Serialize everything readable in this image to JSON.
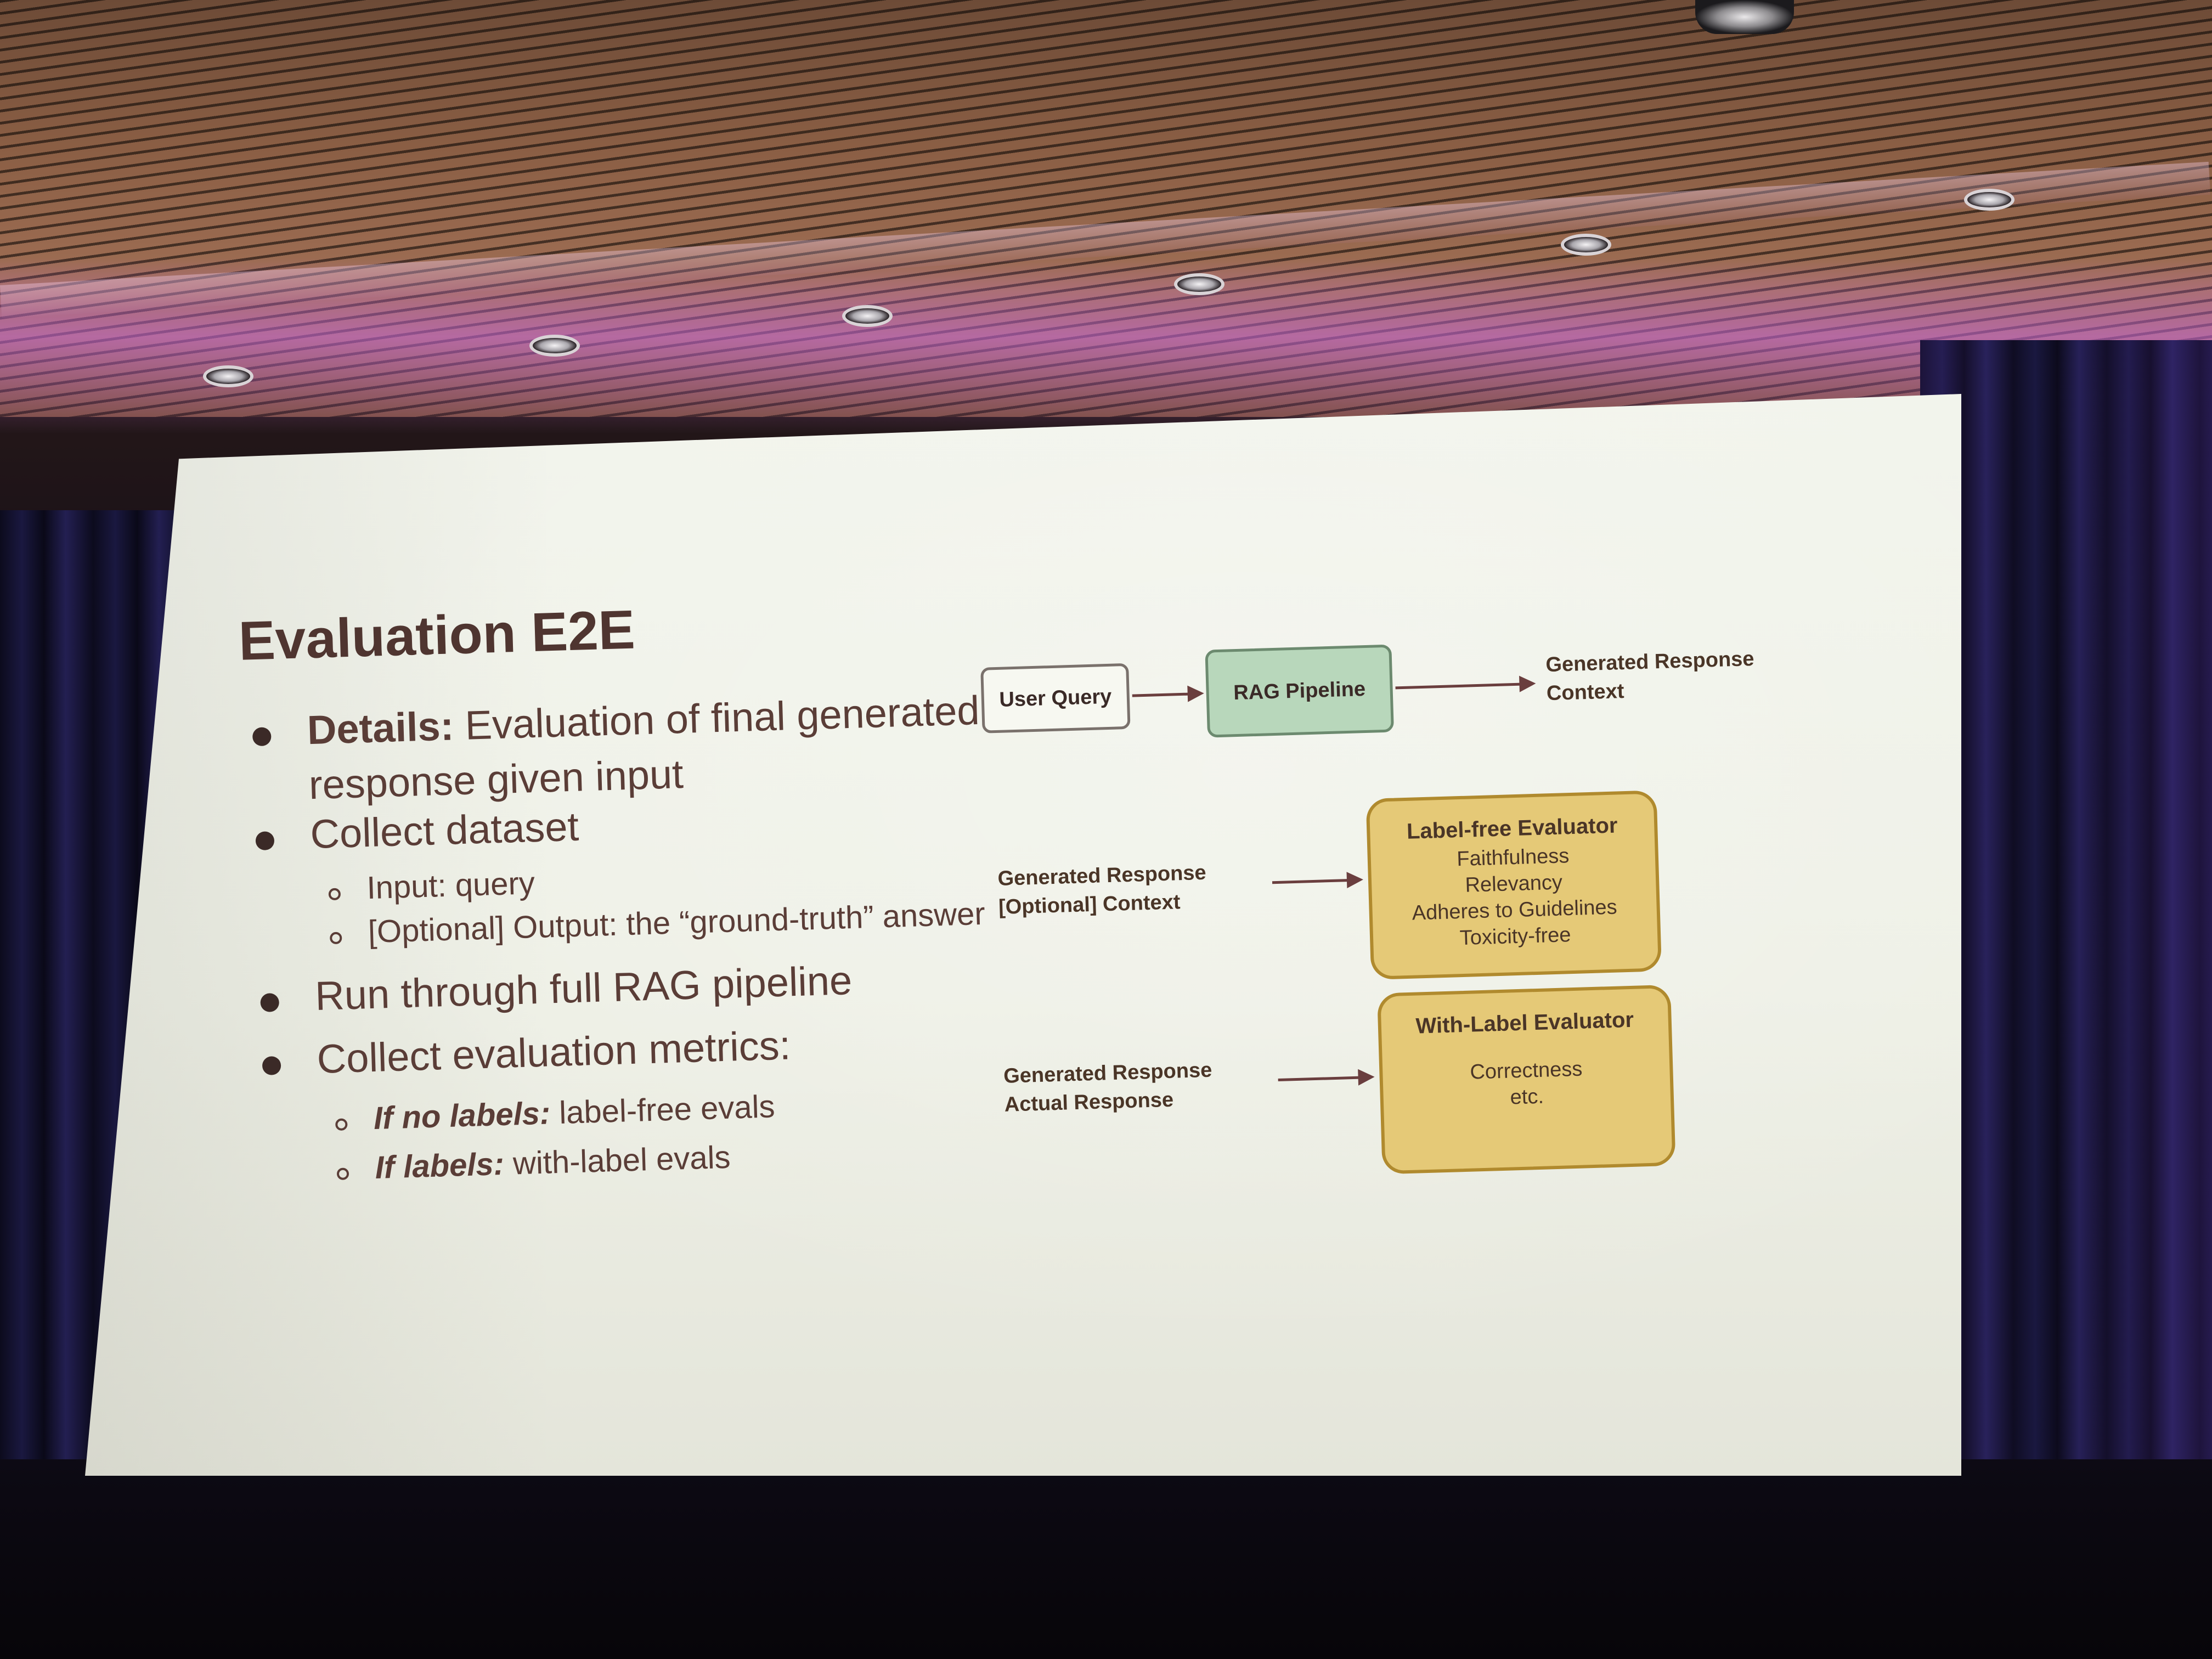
{
  "slide": {
    "title": "Evaluation E2E",
    "bullets": [
      {
        "bold": "Details:",
        "text": "Evaluation of final generated",
        "cont": "response given input"
      },
      {
        "text": "Collect dataset"
      },
      {
        "sub": [
          "Input: query",
          "[Optional] Output: the “ground-truth” answer"
        ]
      },
      {
        "text": "Run through full RAG pipeline"
      },
      {
        "text": "Collect evaluation metrics:"
      },
      {
        "sub_bold": [
          {
            "bold": "If no labels:",
            "text": "label-free evals"
          },
          {
            "bold": "If labels:",
            "text": "with-label evals"
          }
        ]
      }
    ]
  },
  "diagram": {
    "user_query": "User Query",
    "rag_pipeline": "RAG Pipeline",
    "output_top": [
      "Generated Response",
      "Context"
    ],
    "label_free_inputs": [
      "Generated Response",
      "[Optional] Context"
    ],
    "label_free_evaluator": {
      "title": "Label-free Evaluator",
      "items": [
        "Faithfulness",
        "Relevancy",
        "Adheres to Guidelines",
        "Toxicity-free"
      ]
    },
    "with_label_inputs": [
      "Generated Response",
      "Actual Response"
    ],
    "with_label_evaluator": {
      "title": "With-Label Evaluator",
      "items": [
        "Correctness",
        "etc."
      ]
    },
    "colors": {
      "rag_pipeline_fill": "#b8d7bb",
      "evaluator_fill": "#e5c977",
      "text": "#5a3d37"
    }
  }
}
